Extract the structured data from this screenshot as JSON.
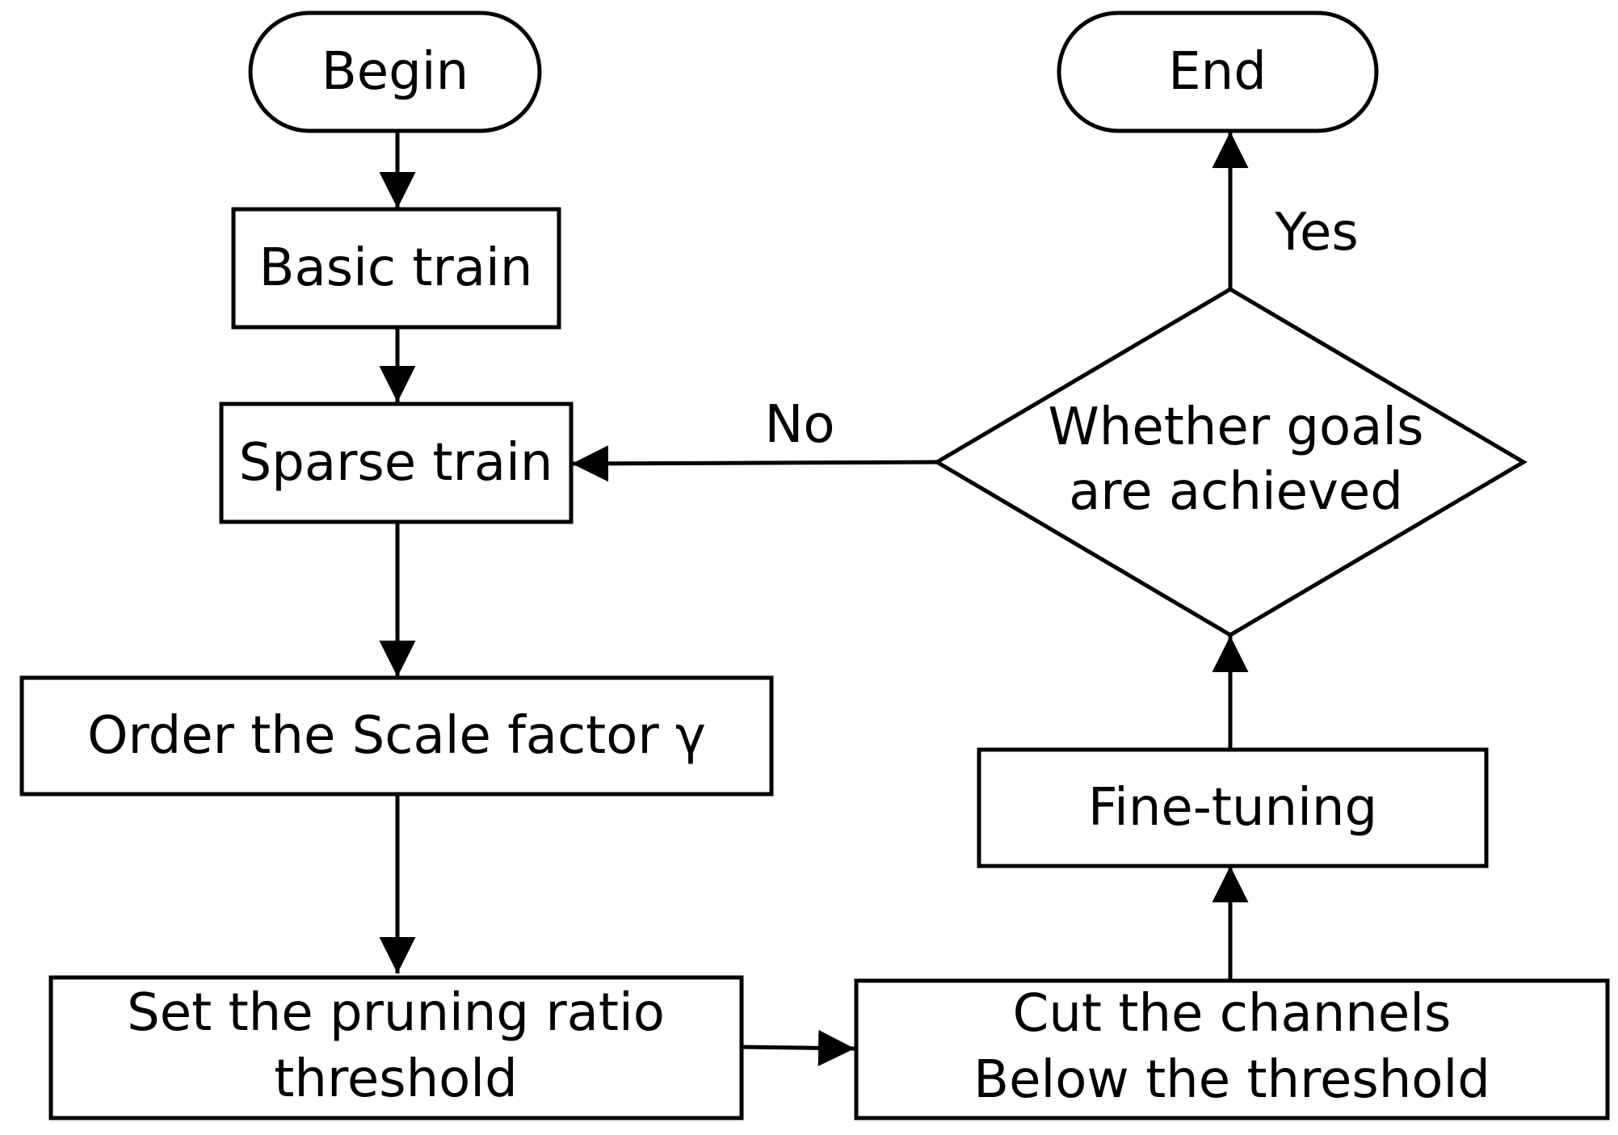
{
  "diagram": {
    "nodes": {
      "begin": "Begin",
      "basic_train": "Basic train",
      "sparse_train": "Sparse train",
      "order_scale": "Order the Scale factor γ",
      "set_ratio": [
        "Set the pruning ratio",
        "threshold"
      ],
      "cut_channels": [
        "Cut the channels",
        "Below the threshold"
      ],
      "fine_tuning": "Fine-tuning",
      "decision": [
        "Whether goals",
        "are achieved"
      ],
      "end": "End"
    },
    "edge_labels": {
      "no": "No",
      "yes": "Yes"
    },
    "flow": [
      [
        "begin",
        "basic_train"
      ],
      [
        "basic_train",
        "sparse_train"
      ],
      [
        "sparse_train",
        "order_scale"
      ],
      [
        "order_scale",
        "set_ratio"
      ],
      [
        "set_ratio",
        "cut_channels"
      ],
      [
        "cut_channels",
        "fine_tuning"
      ],
      [
        "fine_tuning",
        "decision"
      ],
      [
        "decision",
        "end",
        "yes"
      ],
      [
        "decision",
        "sparse_train",
        "no"
      ]
    ]
  }
}
